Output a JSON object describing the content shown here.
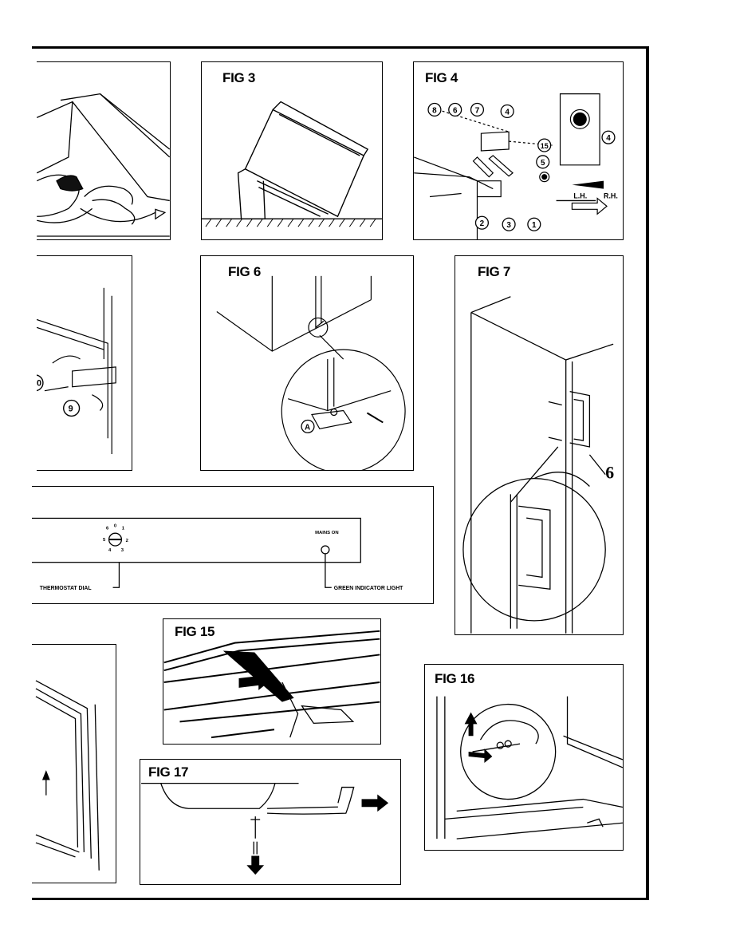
{
  "figures": {
    "fig3": {
      "title": "FIG 3"
    },
    "fig4": {
      "title": "FIG 4",
      "callouts": [
        "8",
        "6",
        "7",
        "4",
        "15",
        "4",
        "5",
        "2",
        "3",
        "1"
      ],
      "lh_label": "L.H.",
      "rh_label": "R.H."
    },
    "fig5_partial": {
      "callouts": [
        "0",
        "9"
      ]
    },
    "fig6": {
      "title": "FIG 6",
      "callout": "A"
    },
    "fig7": {
      "title": "FIG 7",
      "callout": "6"
    },
    "control_panel": {
      "mains_label": "MAINS ON",
      "dial_numbers": [
        "6",
        "0",
        "1",
        "5",
        "2",
        "4",
        "3"
      ],
      "thermostat_label": "THERMOSTAT DIAL",
      "indicator_label": "GREEN INDICATOR LIGHT"
    },
    "fig15": {
      "title": "FIG 15"
    },
    "fig16": {
      "title": "FIG 16"
    },
    "fig17": {
      "title": "FIG 17"
    }
  }
}
